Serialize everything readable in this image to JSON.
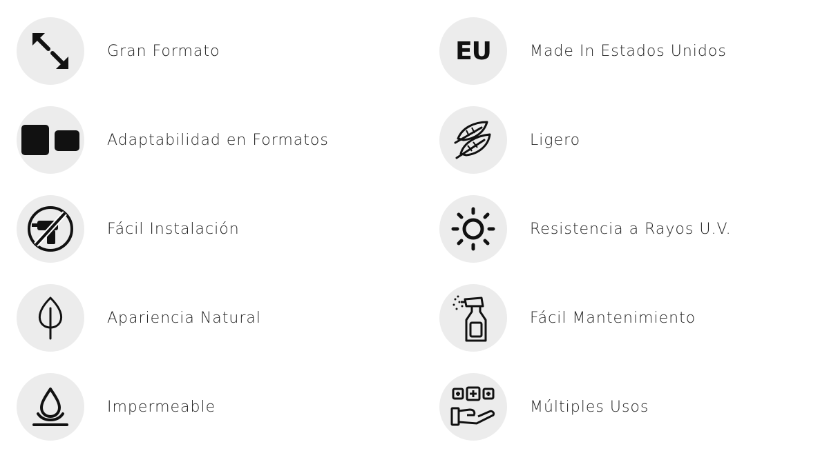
{
  "features_left": [
    {
      "label": "Gran Formato",
      "icon": "expand-arrows-icon"
    },
    {
      "label": "Adaptabilidad en Formatos",
      "icon": "formats-blocks-icon"
    },
    {
      "label": "Fácil Instalación",
      "icon": "no-drill-icon"
    },
    {
      "label": "Apariencia Natural",
      "icon": "leaf-icon"
    },
    {
      "label": "Impermeable",
      "icon": "water-drop-icon"
    }
  ],
  "features_right": [
    {
      "label": "Made In Estados Unidos",
      "icon": "eu-text-icon",
      "icon_text": "EU"
    },
    {
      "label": "Ligero",
      "icon": "feathers-icon"
    },
    {
      "label": "Resistencia a Rayos U.V.",
      "icon": "sun-icon"
    },
    {
      "label": "Fácil Mantenimiento",
      "icon": "spray-bottle-icon"
    },
    {
      "label": "Múltiples Usos",
      "icon": "hand-plus-icon"
    }
  ],
  "colors": {
    "icon_bg": "#ececec",
    "icon_fg": "#111111",
    "text": "#222222"
  }
}
